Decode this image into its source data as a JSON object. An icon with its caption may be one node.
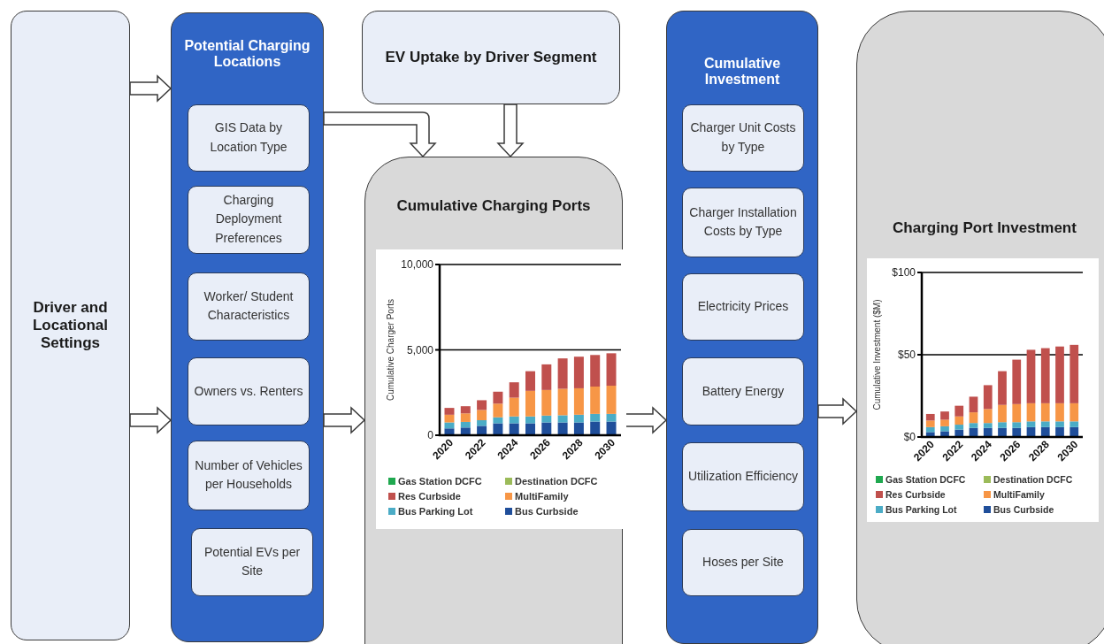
{
  "diagram": {
    "nodes": [
      {
        "text": [
          "Driver and Locational Settings"
        ]
      },
      {
        "text": [
          "Potential Charging Locations"
        ]
      },
      {
        "text": [
          "GIS Data by Location Type"
        ],
        "in": 1
      },
      {
        "text": [
          "Charging Deployment Preferences"
        ],
        "in": 1
      },
      {
        "text": [
          "Worker/ Student Characteristics"
        ],
        "in": 1
      },
      {
        "text": [
          "Owners vs. Renters"
        ],
        "in": 1
      },
      {
        "text": [
          "Number of Vehicles per Households"
        ],
        "in": 1
      },
      {
        "text": [
          "Potential EVs per Site"
        ],
        "in": 1
      },
      {
        "text": [
          "EV Uptake by Driver Segment"
        ]
      },
      {
        "text": [
          "Cumulative Charging Ports"
        ]
      },
      {
        "text": [
          "Cumulative Investment"
        ]
      },
      {
        "text": [
          "Charger Unit Costs by Type"
        ],
        "in": 10
      },
      {
        "text": [
          "Charger Installation Costs by Type"
        ],
        "in": 10
      },
      {
        "text": [
          "Electricity Prices"
        ],
        "in": 10
      },
      {
        "text": [
          "Battery Energy"
        ],
        "in": 10
      },
      {
        "text": [
          "Utilization Efficiency"
        ],
        "in": 10
      },
      {
        "text": [
          "Hoses per Site"
        ],
        "in": 10
      },
      {
        "text": [
          "Charging Port Investment"
        ]
      }
    ],
    "edges": [
      {
        "from": 0,
        "to": 1,
        "arrow": "to"
      },
      {
        "from": 0,
        "to": 1,
        "arrow": "to"
      },
      {
        "from": 1,
        "to": 9,
        "arrow": "to"
      },
      {
        "from": 8,
        "to": 9,
        "arrow": "to"
      },
      {
        "from": 1,
        "to": 9,
        "arrow": "to"
      },
      {
        "from": 9,
        "to": 10,
        "arrow": "to"
      },
      {
        "from": 10,
        "to": 17,
        "arrow": "to"
      }
    ],
    "chart_data": [
      {
        "type": "bar",
        "ylabel": "Cumulative Charger Ports",
        "stacked": true,
        "legend": "bottom",
        "categories": [
          "2020",
          null,
          "2022",
          null,
          "2024",
          null,
          "2026",
          null,
          "2028",
          null,
          "2030"
        ],
        "ylim": [
          0,
          10000
        ],
        "yticks": [
          {
            "value": 0,
            "label": "0"
          },
          {
            "value": 5000,
            "label": "5,000"
          },
          {
            "value": 10000,
            "label": "10,000"
          }
        ],
        "series": [
          {
            "name": "Gas Station DCFC",
            "color": "#1fa84f",
            "values": [
              0,
              0,
              0,
              0,
              0,
              0,
              0,
              0,
              0,
              0,
              0
            ]
          },
          {
            "name": "Destination DCFC",
            "color": "#9bbb59",
            "values": [
              0,
              0,
              0,
              0,
              0,
              0,
              0,
              0,
              0,
              0,
              0
            ]
          },
          {
            "name": "Res Curbside",
            "color": "#c0504d",
            "values": [
              400,
              420,
              570,
              700,
              900,
              1150,
              1500,
              1780,
              1850,
              1850,
              1900
            ]
          },
          {
            "name": "MultiFamily",
            "color": "#f79646",
            "values": [
              450,
              500,
              600,
              800,
              1100,
              1500,
              1500,
              1550,
              1550,
              1600,
              1650
            ]
          },
          {
            "name": "Bus Parking Lot",
            "color": "#4bacc6",
            "values": [
              350,
              330,
              330,
              350,
              400,
              400,
              400,
              420,
              450,
              450,
              450
            ]
          },
          {
            "name": "Bus Curbside",
            "color": "#1f4e9a",
            "values": [
              400,
              450,
              550,
              700,
              700,
              700,
              750,
              750,
              750,
              800,
              800
            ]
          }
        ]
      },
      {
        "type": "bar",
        "ylabel": "Cumulative Investment ($M)",
        "stacked": true,
        "legend": "bottom",
        "categories": [
          "2020",
          null,
          "2022",
          null,
          "2024",
          null,
          "2026",
          null,
          "2028",
          null,
          "2030"
        ],
        "ylim": [
          0,
          100
        ],
        "yticks": [
          {
            "value": 0,
            "label": "$0"
          },
          {
            "value": 50,
            "label": "$50"
          },
          {
            "value": 100,
            "label": "$100"
          }
        ],
        "series": [
          {
            "name": "Gas Station DCFC",
            "color": "#1fa84f",
            "values": [
              0,
              0,
              0,
              0,
              0,
              0,
              0,
              0,
              0,
              0,
              0
            ]
          },
          {
            "name": "Destination DCFC",
            "color": "#9bbb59",
            "values": [
              0,
              0,
              0,
              0,
              0,
              0,
              0,
              0,
              0,
              0,
              0
            ]
          },
          {
            "name": "Res Curbside",
            "color": "#c0504d",
            "values": [
              4,
              5,
              6.5,
              9.5,
              14.5,
              20.5,
              27,
              32.5,
              33.5,
              34.5,
              35.5
            ]
          },
          {
            "name": "MultiFamily",
            "color": "#f79646",
            "values": [
              4,
              4,
              5,
              6.5,
              8.5,
              10.5,
              11,
              11,
              11,
              11,
              11
            ]
          },
          {
            "name": "Bus Parking Lot",
            "color": "#4bacc6",
            "values": [
              3,
              3,
              3,
              3,
              3,
              3.5,
              3.5,
              3.5,
              3.5,
              3.5,
              3.5
            ]
          },
          {
            "name": "Bus Curbside",
            "color": "#1f4e9a",
            "values": [
              3,
              3.5,
              4.5,
              5.5,
              5.5,
              5.5,
              5.5,
              6,
              6,
              6,
              6
            ]
          }
        ]
      }
    ]
  }
}
